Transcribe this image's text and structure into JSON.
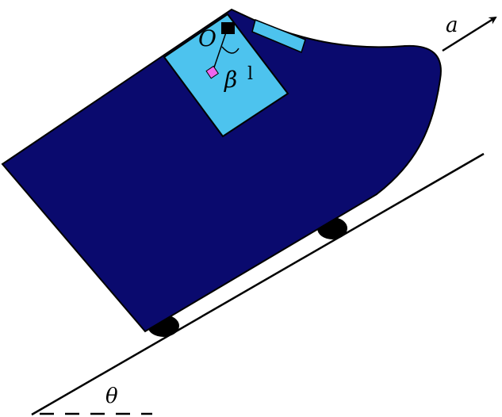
{
  "labels": {
    "acceleration": "a",
    "pivot": "O",
    "angle_beta": "β",
    "marker": "l",
    "incline_angle": "θ"
  },
  "colors": {
    "cart_body": "#0a0a6e",
    "panel": "#4dc3ee",
    "strip": "#4dc3ee",
    "pivot_block": "#000000",
    "bob": "#ee66ee",
    "wheel": "#000000",
    "line": "#000000",
    "background": "#ffffff"
  }
}
